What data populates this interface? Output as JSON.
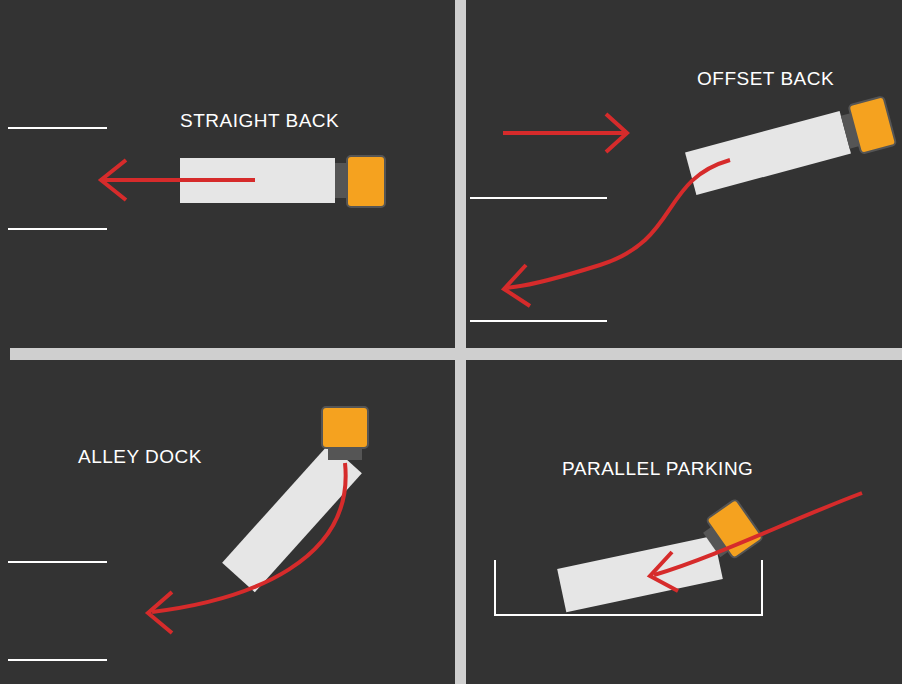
{
  "diagram": {
    "labels": [
      "STRAIGHT BACK",
      "OFFSET BACK",
      "ALLEY DOCK",
      "PARALLEL PARKING"
    ]
  }
}
